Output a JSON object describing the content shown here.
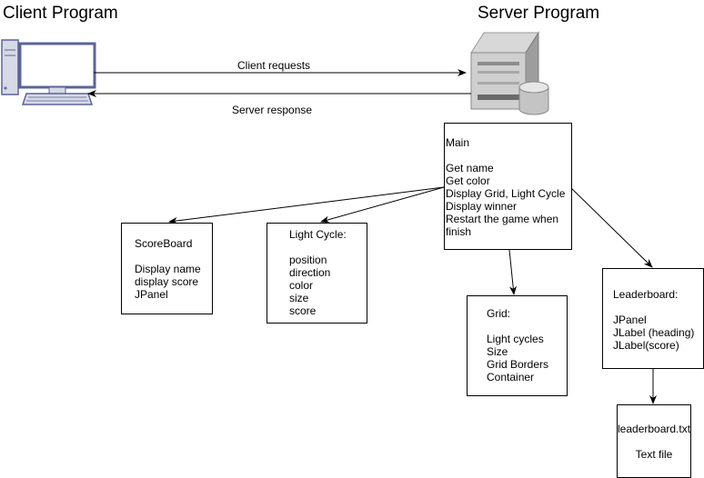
{
  "titles": {
    "client": "Client Program",
    "server": "Server Program"
  },
  "connections": {
    "request": "Client requests",
    "response": "Server response"
  },
  "boxes": {
    "main": {
      "title": "Main",
      "lines": [
        "Get name",
        "Get color",
        "Display Grid, Light Cycle",
        "Display winner",
        "Restart the game when",
        "finish"
      ]
    },
    "scoreboard": {
      "title": "ScoreBoard",
      "lines": [
        "Display name",
        "display score",
        "JPanel"
      ]
    },
    "lightcycle": {
      "title": "Light Cycle:",
      "lines": [
        "position",
        "direction",
        "color",
        "size",
        "score"
      ]
    },
    "grid": {
      "title": "Grid:",
      "lines": [
        "Light cycles",
        "Size",
        "Grid Borders",
        "Container"
      ]
    },
    "leaderboard": {
      "title": "Leaderboard:",
      "lines": [
        "JPanel",
        "JLabel (heading)",
        "JLabel(score)"
      ]
    },
    "leaderboard_file": {
      "title": "leaderboard.txt",
      "lines": [
        "Text file"
      ]
    }
  }
}
